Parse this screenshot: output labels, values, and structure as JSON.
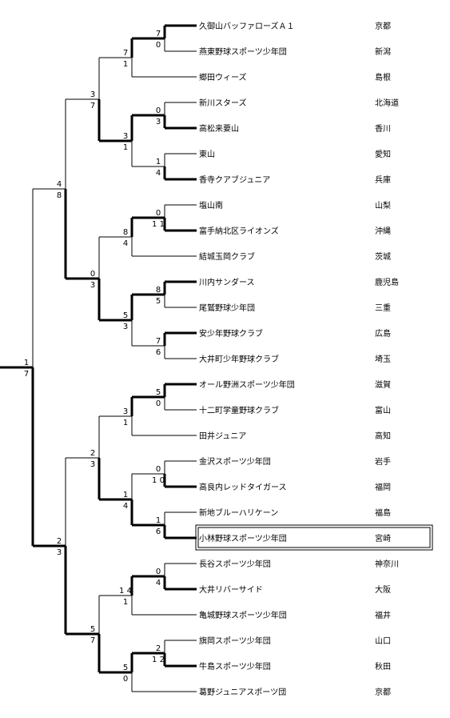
{
  "teams": [
    {
      "name": "久御山バッファローズＡ１",
      "pref": "京都"
    },
    {
      "name": "燕東野球スポーツ少年団",
      "pref": "新潟"
    },
    {
      "name": "郷田ウィーズ",
      "pref": "島根"
    },
    {
      "name": "新川スターズ",
      "pref": "北海道"
    },
    {
      "name": "高松来要山",
      "pref": "香川"
    },
    {
      "name": "東山",
      "pref": "愛知"
    },
    {
      "name": "香寺クアブジュニア",
      "pref": "兵庫"
    },
    {
      "name": "塩山南",
      "pref": "山梨"
    },
    {
      "name": "富手納北区ライオンズ",
      "pref": "沖縄"
    },
    {
      "name": "結城玉岡クラブ",
      "pref": "茨城"
    },
    {
      "name": "川内サンダース",
      "pref": "鹿児島"
    },
    {
      "name": "尾鷲野球少年団",
      "pref": "三重"
    },
    {
      "name": "安少年野球クラブ",
      "pref": "広島"
    },
    {
      "name": "大井町少年野球クラブ",
      "pref": "埼玉"
    },
    {
      "name": "オール野洲スポーツ少年団",
      "pref": "滋賀"
    },
    {
      "name": "十二町学童野球クラブ",
      "pref": "富山"
    },
    {
      "name": "田井ジュニア",
      "pref": "高知"
    },
    {
      "name": "金沢スポーツ少年団",
      "pref": "岩手"
    },
    {
      "name": "高良内レッドタイガース",
      "pref": "福岡"
    },
    {
      "name": "新地ブルーハリケーン",
      "pref": "福島"
    },
    {
      "name": "小林野球スポーツ少年団",
      "pref": "宮崎"
    },
    {
      "name": "長谷スポーツ少年団",
      "pref": "神奈川"
    },
    {
      "name": "大井リバーサイド",
      "pref": "大阪"
    },
    {
      "name": "亀城野球スポーツ少年団",
      "pref": "福井"
    },
    {
      "name": "旗岡スポーツ少年団",
      "pref": "山口"
    },
    {
      "name": "牛島スポーツ少年団",
      "pref": "秋田"
    },
    {
      "name": "葛野ジュニアスポーツ団",
      "pref": "京都"
    }
  ],
  "highlighted_team": "小林野球スポーツ少年団",
  "scores": {
    "r1": [
      [
        "7",
        "0"
      ],
      [
        "0",
        "3"
      ],
      [
        "1",
        "4"
      ],
      [
        "0",
        "1 1"
      ],
      [
        "8",
        "5"
      ],
      [
        "7",
        "6"
      ],
      [
        "5",
        "0"
      ],
      [
        "0",
        "1 0"
      ],
      [
        "1",
        "6"
      ],
      [
        "0",
        "4"
      ],
      [
        "2",
        "1 2"
      ]
    ],
    "r2": [
      [
        "7",
        "1"
      ],
      [
        "3",
        "1"
      ],
      [
        "8",
        "4"
      ],
      [
        "5",
        "3"
      ],
      [
        "3",
        "1"
      ],
      [
        "1",
        "4"
      ],
      [
        "1 4",
        "1"
      ],
      [
        "5",
        "0"
      ]
    ],
    "r3": [
      [
        "3",
        "7"
      ],
      [
        "0",
        "3"
      ],
      [
        "2",
        "3"
      ],
      [
        "5",
        "7"
      ]
    ],
    "r4": [
      [
        "4",
        "8"
      ],
      [
        "2",
        "3"
      ]
    ],
    "final": [
      "1",
      "7"
    ]
  }
}
